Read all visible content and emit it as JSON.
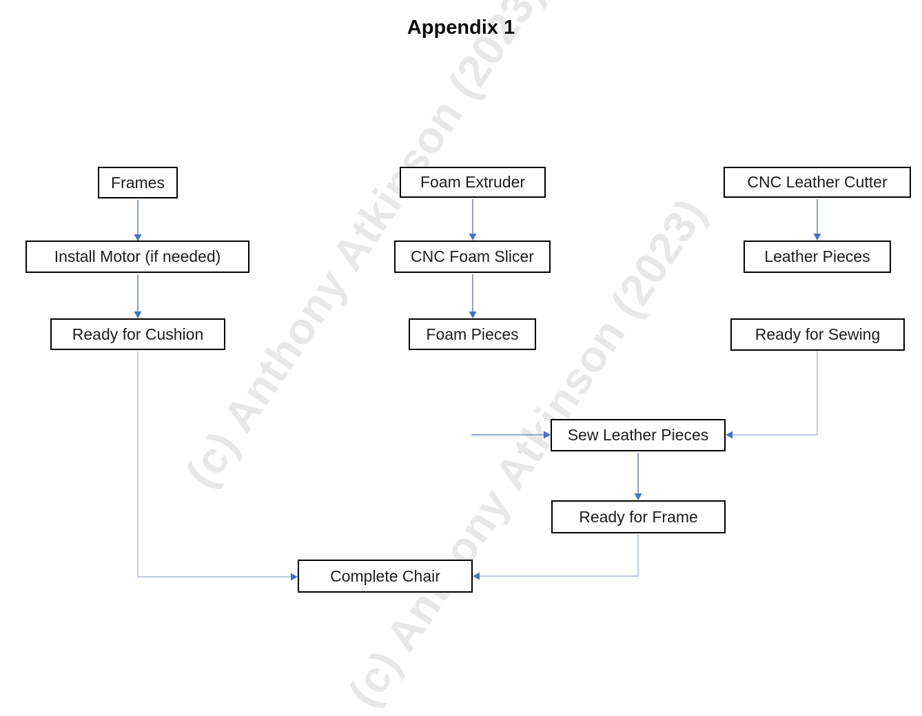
{
  "page": {
    "title": "Appendix 1"
  },
  "watermark": {
    "text": "(c) Anthony Atkinson (2023)",
    "color": "#e8e8e8"
  },
  "colors": {
    "connector": "#6f8cb8",
    "connector_light": "#a9b8d1",
    "arrowhead": "#4472c4",
    "box_border": "#000000",
    "box_text": "#1c1c1c"
  },
  "nodes": {
    "frames": {
      "label": "Frames"
    },
    "install_motor": {
      "label": "Install Motor (if needed)"
    },
    "ready_cushion": {
      "label": "Ready for Cushion"
    },
    "foam_extruder": {
      "label": "Foam Extruder"
    },
    "cnc_foam_slicer": {
      "label": "CNC Foam Slicer"
    },
    "foam_pieces": {
      "label": "Foam Pieces"
    },
    "cnc_leather_cutter": {
      "label": "CNC Leather Cutter"
    },
    "leather_pieces": {
      "label": "Leather Pieces"
    },
    "ready_sewing": {
      "label": "Ready for Sewing"
    },
    "sew_leather_pieces": {
      "label": "Sew Leather Pieces"
    },
    "ready_frame": {
      "label": "Ready for Frame"
    },
    "complete_chair": {
      "label": "Complete Chair"
    }
  },
  "edges": [
    {
      "from": "Frames",
      "to": "Install Motor (if needed)"
    },
    {
      "from": "Install Motor (if needed)",
      "to": "Ready for Cushion"
    },
    {
      "from": "Ready for Cushion",
      "to": "Complete Chair"
    },
    {
      "from": "Foam Extruder",
      "to": "CNC Foam Slicer"
    },
    {
      "from": "CNC Foam Slicer",
      "to": "Foam Pieces"
    },
    {
      "from": "(unattached left stub)",
      "to": "Sew Leather Pieces"
    },
    {
      "from": "CNC Leather Cutter",
      "to": "Leather Pieces"
    },
    {
      "from": "Ready for Sewing",
      "to": "Sew Leather Pieces"
    },
    {
      "from": "Sew Leather Pieces",
      "to": "Ready for Frame"
    },
    {
      "from": "Ready for Frame",
      "to": "Complete Chair"
    }
  ]
}
